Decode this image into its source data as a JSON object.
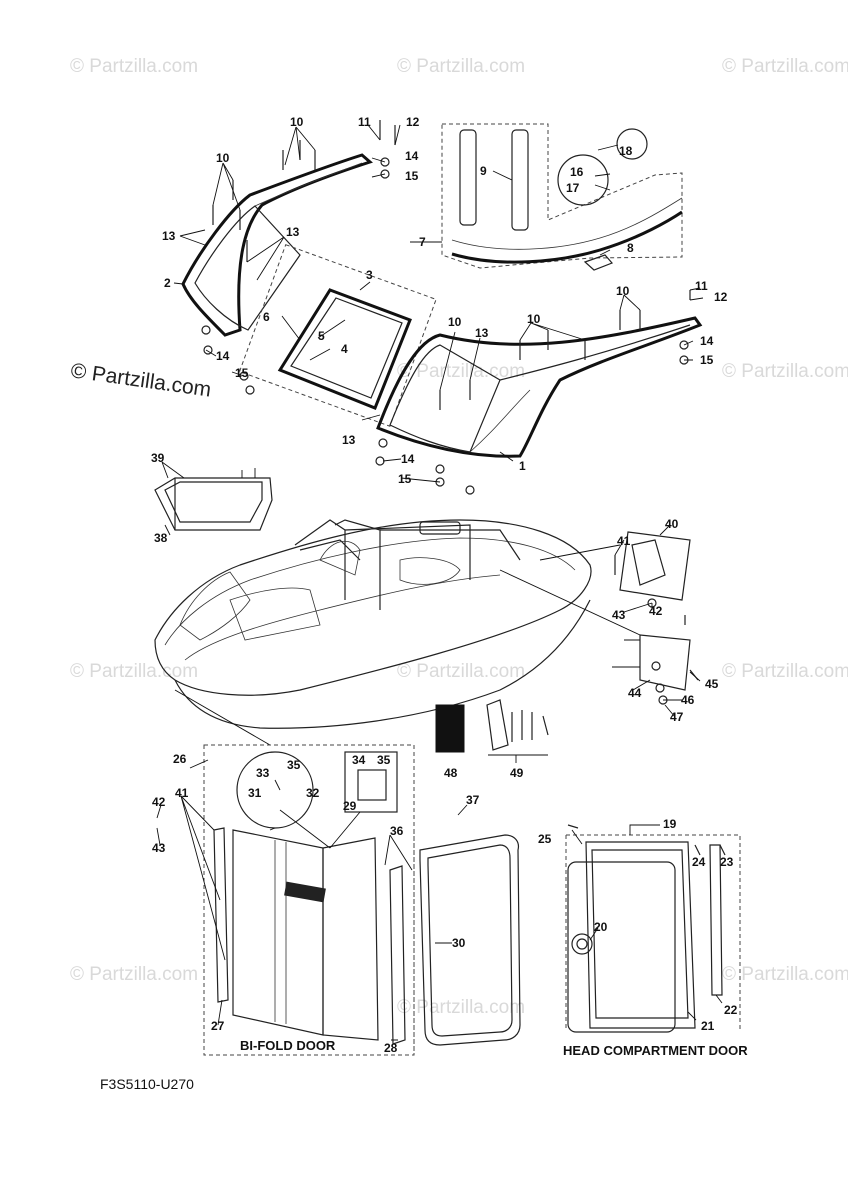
{
  "watermarks": {
    "light": "© Partzilla.com",
    "dark": "© Partzilla.com"
  },
  "callouts": {
    "c1": "1",
    "c2": "2",
    "c3": "3",
    "c4": "4",
    "c5": "5",
    "c6": "6",
    "c7": "7",
    "c8": "8",
    "c9": "9",
    "c10a": "10",
    "c10b": "10",
    "c10c": "10",
    "c10d": "10",
    "c10e": "10",
    "c11a": "11",
    "c11b": "11",
    "c12a": "12",
    "c12b": "12",
    "c13a": "13",
    "c13b": "13",
    "c13c": "13",
    "c13d": "13",
    "c14a": "14",
    "c14b": "14",
    "c14c": "14",
    "c14d": "14",
    "c15a": "15",
    "c15b": "15",
    "c15c": "15",
    "c15d": "15",
    "c16": "16",
    "c17": "17",
    "c18": "18",
    "c19": "19",
    "c20": "20",
    "c21": "21",
    "c22": "22",
    "c23": "23",
    "c24": "24",
    "c25": "25",
    "c26": "26",
    "c27": "27",
    "c28": "28",
    "c29": "29",
    "c30": "30",
    "c31": "31",
    "c32": "32",
    "c33": "33",
    "c34": "34",
    "c35a": "35",
    "c35b": "35",
    "c36": "36",
    "c37": "37",
    "c38": "38",
    "c39": "39",
    "c40": "40",
    "c41a": "41",
    "c41b": "41",
    "c42a": "42",
    "c42b": "42",
    "c43a": "43",
    "c43b": "43",
    "c44": "44",
    "c45": "45",
    "c46": "46",
    "c47": "47",
    "c48": "48",
    "c49": "49"
  },
  "labels": {
    "bifold_door": "BI-FOLD DOOR",
    "head_door": "HEAD COMPARTMENT DOOR",
    "diagram_code": "F3S5110-U270"
  }
}
